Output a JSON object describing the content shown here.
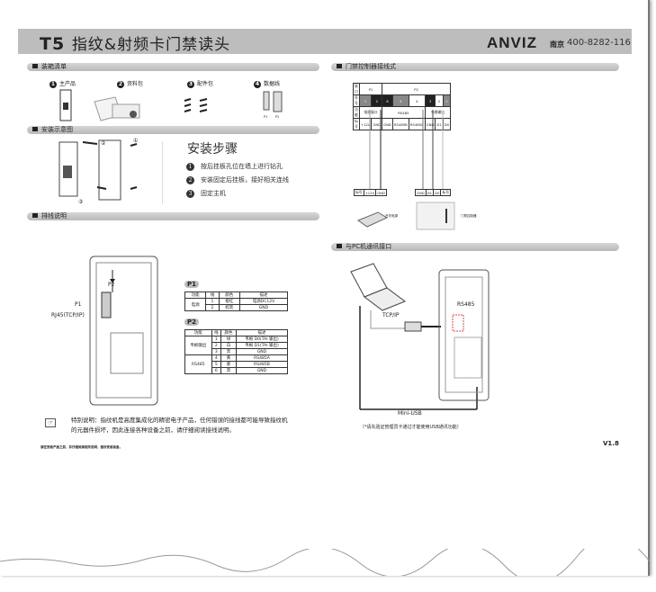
{
  "header": {
    "model": "T5",
    "title": "指纹&射频卡门禁读头",
    "brand": "ANVIZ",
    "city": "南京",
    "phone": "400-8282-116"
  },
  "sections": {
    "packing": "装箱清单",
    "install": "安装示意图",
    "wiring": "排线说明",
    "controller": "门禁控制器接线式",
    "pc": "与PC机通讯接口"
  },
  "packing_items": [
    {
      "n": "1",
      "label": "主产品"
    },
    {
      "n": "2",
      "label": "资料包"
    },
    {
      "n": "3",
      "label": "配件包"
    },
    {
      "n": "4",
      "label": "数据线"
    }
  ],
  "cable_labels": [
    "P1",
    "P2"
  ],
  "install": {
    "heading": "安装步骤",
    "steps": [
      {
        "n": "1",
        "text": "按后挂板孔位在墙上进行钻孔"
      },
      {
        "n": "2",
        "text": "安装固定后挂板，接好相关连线"
      },
      {
        "n": "3",
        "text": "固定主机"
      }
    ],
    "marks": [
      "①",
      "②",
      "③"
    ]
  },
  "wiring": {
    "p1_label": "P1",
    "p2_label": "P2",
    "rj45_label": "RJ45(TCP/IP)",
    "p1_table": {
      "title": "P1",
      "headers": [
        "功能",
        "线",
        "颜色",
        "描述"
      ],
      "rows": [
        [
          "电源",
          "1",
          "橙红",
          "电源DC12V"
        ],
        [
          "",
          "2",
          "棕黑",
          "GND"
        ]
      ]
    },
    "p2_table": {
      "title": "P2",
      "headers": [
        "功能",
        "线",
        "颜色",
        "描述"
      ],
      "rows": [
        [
          "韦根输出",
          "1",
          "绿",
          "韦根 D0(TAI 输出)"
        ],
        [
          "",
          "2",
          "白",
          "韦根 D1(TAI 输出)"
        ],
        [
          "",
          "3",
          "黑",
          "GND"
        ],
        [
          "RS485",
          "4",
          "黄",
          "RS485A"
        ],
        [
          "",
          "5",
          "紫",
          "RS485B"
        ],
        [
          "",
          "6",
          "黑",
          "GND"
        ]
      ]
    },
    "note": "特别说明：指纹机是高度集成化的精密电子产品，任何错误的接线都可能导致指纹机的元器件损坏，因此连接各种设备之前，请仔细阅读接线说明。",
    "footer": "请在安装产品之前，并仔细阅读相关说明，做好安装准备。"
  },
  "controller": {
    "rows": [
      {
        "head": "接口",
        "cells": [
          "P1",
          "P2"
        ]
      },
      {
        "head": "序号",
        "cells": [
          "1",
          "2",
          "6",
          "5",
          "4",
          "3",
          "2",
          "1"
        ]
      },
      {
        "head": "功能",
        "cells": [
          "电源接口",
          "RS485",
          "韦根输出"
        ]
      },
      {
        "head": "标号",
        "cells": [
          "+12V",
          "GND",
          "GND",
          "RS485B",
          "RS485A",
          "GND",
          "D1",
          "D0"
        ]
      }
    ],
    "psu_labels": [
      "标号",
      "+12V",
      "GND"
    ],
    "psu_name": "开关电源",
    "ctrl_labels": [
      "GND",
      "D1",
      "D0",
      "标号"
    ],
    "ctrl_name": "门禁控制器"
  },
  "pc": {
    "tcpip": "TCP/IP",
    "rs485": "RS485",
    "usb": "Mini-USB",
    "usb_note": "（*请先验证管理员卡通过才能使用USB通讯功能）"
  },
  "version": "V1.8"
}
